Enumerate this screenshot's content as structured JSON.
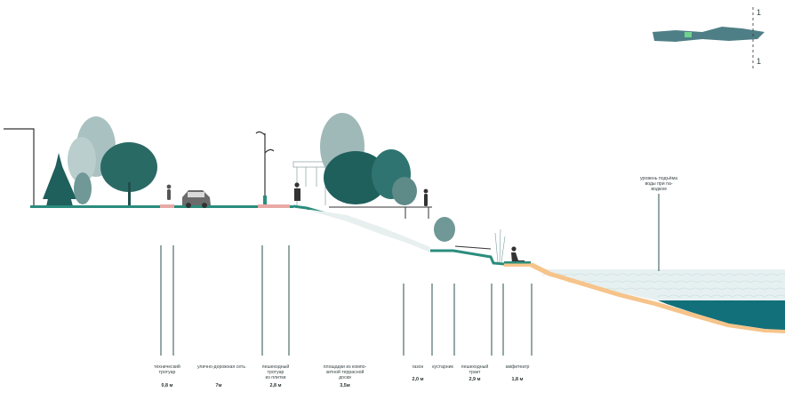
{
  "section_marks": {
    "top": "1",
    "bottom": "1"
  },
  "water_label": "уровень подъёма\nводы при па-\nводком",
  "zones": [
    {
      "id": "tech-sidewalk",
      "label": "технический\nтротуар",
      "value": "0,8 м"
    },
    {
      "id": "road",
      "label": "улично-дорожная сеть",
      "value": "7м"
    },
    {
      "id": "ped-sidewalk",
      "label": "пешеходный\nтротуар\nиз плитки",
      "value": "2,8 м"
    },
    {
      "id": "terrace",
      "label": "площадки из компо-\nзитной террасной\nдоски",
      "value": "3,5м"
    },
    {
      "id": "lawn",
      "label": "газон",
      "value": "2,0 м"
    },
    {
      "id": "shrubs",
      "label": "кустарник",
      "value": ""
    },
    {
      "id": "ped-path",
      "label": "пешеходный\nтракт",
      "value": "2,9 м"
    },
    {
      "id": "amphitheater",
      "label": "амфитеатр",
      "value": "1,8 м"
    }
  ],
  "colors": {
    "ground_line": "#2b8c7c",
    "water": "#12707a",
    "water_flood": "#e3eef0",
    "sand": "#f6c48a",
    "tree_dark": "#1f5f5c",
    "tree_mid": "#3c8478",
    "tree_light": "#9fb9b8",
    "paving": "#e9a9a4",
    "minimap": "#4f7f86",
    "minimap_highlight": "#6fd28f"
  }
}
